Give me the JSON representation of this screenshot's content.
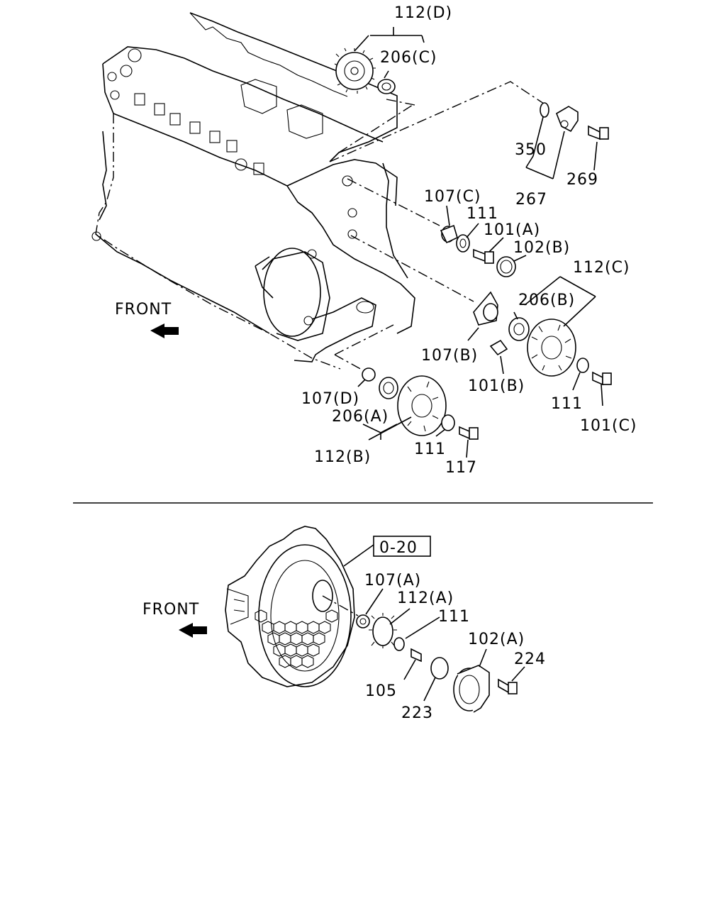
{
  "upper_diagram": {
    "front_label": "FRONT",
    "callouts": {
      "c112d": "112(D)",
      "c206c": "206(C)",
      "c350": "350",
      "c267": "267",
      "c269": "269",
      "c107c": "107(C)",
      "c111a": "111",
      "c101a": "101(A)",
      "c102b": "102(B)",
      "c112c": "112(C)",
      "c206b": "206(B)",
      "c107b": "107(B)",
      "c101b": "101(B)",
      "c111b": "111",
      "c101c": "101(C)",
      "c107d": "107(D)",
      "c206a": "206(A)",
      "c112b": "112(B)",
      "c111c": "111",
      "c117": "117"
    }
  },
  "lower_diagram": {
    "front_label": "FRONT",
    "reference_box": "0-20",
    "callouts": {
      "c107a": "107(A)",
      "c112a": "112(A)",
      "c111d": "111",
      "c102a": "102(A)",
      "c224": "224",
      "c105": "105",
      "c223": "223"
    }
  }
}
